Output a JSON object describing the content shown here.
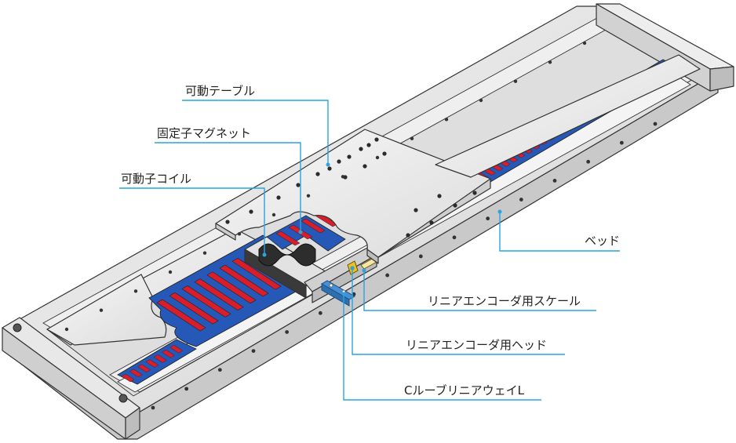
{
  "labels": {
    "movable_table": "可動テーブル",
    "stator_magnet": "固定子マグネット",
    "mover_coil": "可動子コイル",
    "bed": "ベッド",
    "encoder_scale": "リニアエンコーダ用スケール",
    "encoder_head": "リニアエンコーダ用ヘッド",
    "linear_way": "CルーブリニアウェイL"
  },
  "colors": {
    "leader": "#2aa3e0",
    "magnet_red": "#d81e2a",
    "magnet_blue": "#2658b8",
    "plate": "#ececec",
    "plate_shade": "#d6d6d6",
    "bed": "#e4e4e4",
    "bed_dark": "#c6c6c6",
    "coil_dark": "#3a3a3a",
    "encoder_head": "#f0c020",
    "rail_blue": "#4a8fd0"
  }
}
